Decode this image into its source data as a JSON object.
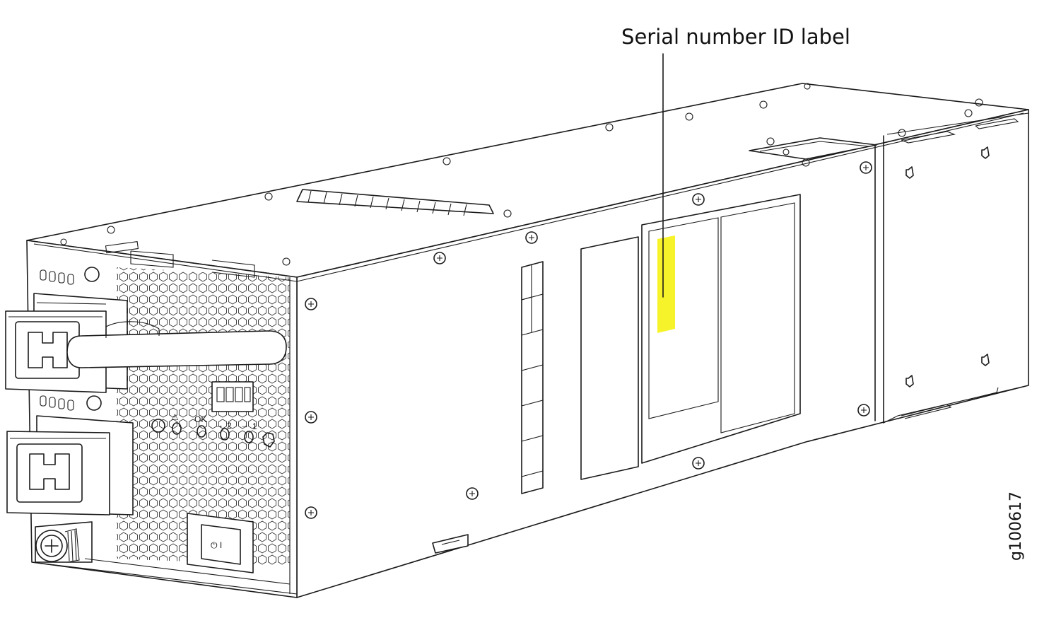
{
  "figure": {
    "callout_label": "Serial number ID label",
    "figure_id": "g100617",
    "highlight_color": "#f7f32b",
    "line_color": "#1a1a1a"
  },
  "front_panel": {
    "led_labels": {
      "ok": "OK",
      "input2": "2",
      "input1": "1"
    },
    "switch_symbol": "⏻ I",
    "warning_symbol": "⚠"
  }
}
